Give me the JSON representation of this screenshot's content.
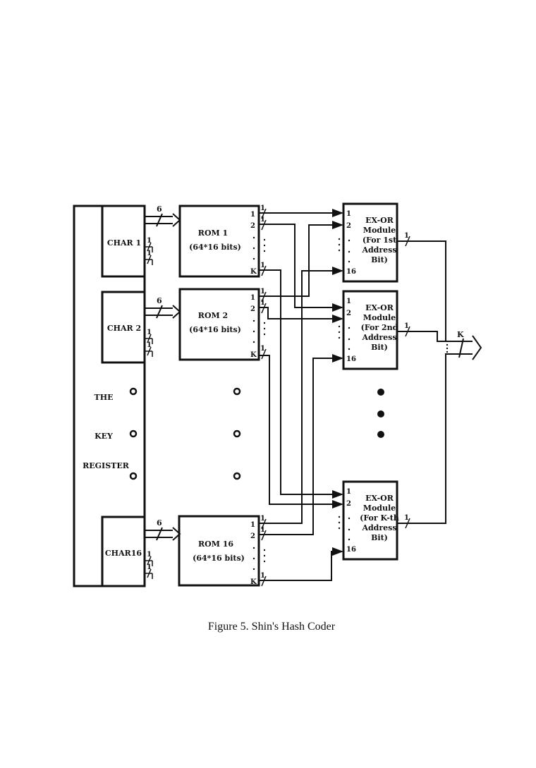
{
  "diagram": {
    "register": {
      "lines": [
        "THE",
        "KEY",
        "REGISTER"
      ]
    },
    "chars": [
      {
        "label": "CHAR 1"
      },
      {
        "label": "CHAR 2"
      },
      {
        "label": "CHAR16"
      }
    ],
    "roms": [
      {
        "name": "ROM 1",
        "size": "(64*16 bits)"
      },
      {
        "name": "ROM 2",
        "size": "(64*16 bits)"
      },
      {
        "name": "ROM 16",
        "size": "(64*16 bits)"
      }
    ],
    "rom_ports": [
      "1",
      "2",
      "K"
    ],
    "xor_modules": [
      {
        "lines": [
          "EX-OR",
          "Module",
          "(For 1st",
          "Address",
          "Bit)"
        ]
      },
      {
        "lines": [
          "EX-OR",
          "Module",
          "(For 2nd",
          "Address",
          "Bit)"
        ]
      },
      {
        "lines": [
          "EX-OR",
          "Module",
          "(For K-th",
          "Address",
          "Bit)"
        ]
      }
    ],
    "xor_ports": [
      "1",
      "2",
      "16"
    ],
    "bus_width_char_to_rom": "6",
    "bit_width": "1",
    "output_bus_width": "K"
  },
  "caption": "Figure 5.   Shin's Hash Coder"
}
